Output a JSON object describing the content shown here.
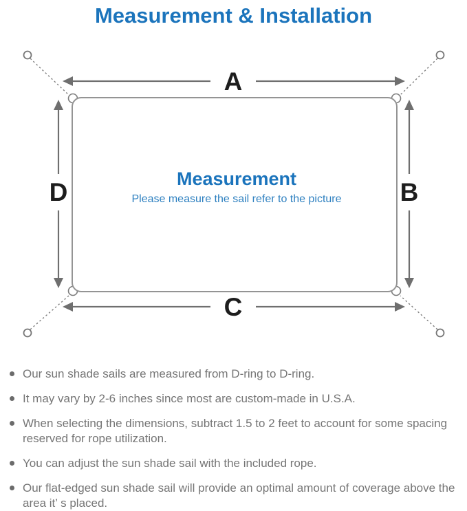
{
  "title": "Measurement & Installation",
  "colors": {
    "title_blue": "#1b74bc",
    "diagram_heading_blue": "#1b74bc",
    "diagram_sub_blue": "#2e80c0",
    "outline_gray": "#949494",
    "arrow_gray": "#6f6f6f",
    "note_text_gray": "#757575",
    "letter_black": "#1d1d1d"
  },
  "diagram": {
    "heading": "Measurement",
    "subheading": "Please measure the sail refer to the picture",
    "labels": {
      "top": "A",
      "right": "B",
      "bottom": "C",
      "left": "D"
    }
  },
  "notes": [
    {
      "text": "Our sun shade sails are measured from D-ring to D-ring."
    },
    {
      "text": "It may vary by 2-6 inches since most are custom-made in U.S.A."
    },
    {
      "text": "When selecting the dimensions, subtract 1.5 to 2 feet to account for some spacing reserved for rope utilization."
    },
    {
      "text": "You can adjust the sun shade sail with the included rope."
    },
    {
      "text": "Our flat-edged sun shade sail will provide an optimal amount of coverage above the area it’ s placed."
    }
  ]
}
